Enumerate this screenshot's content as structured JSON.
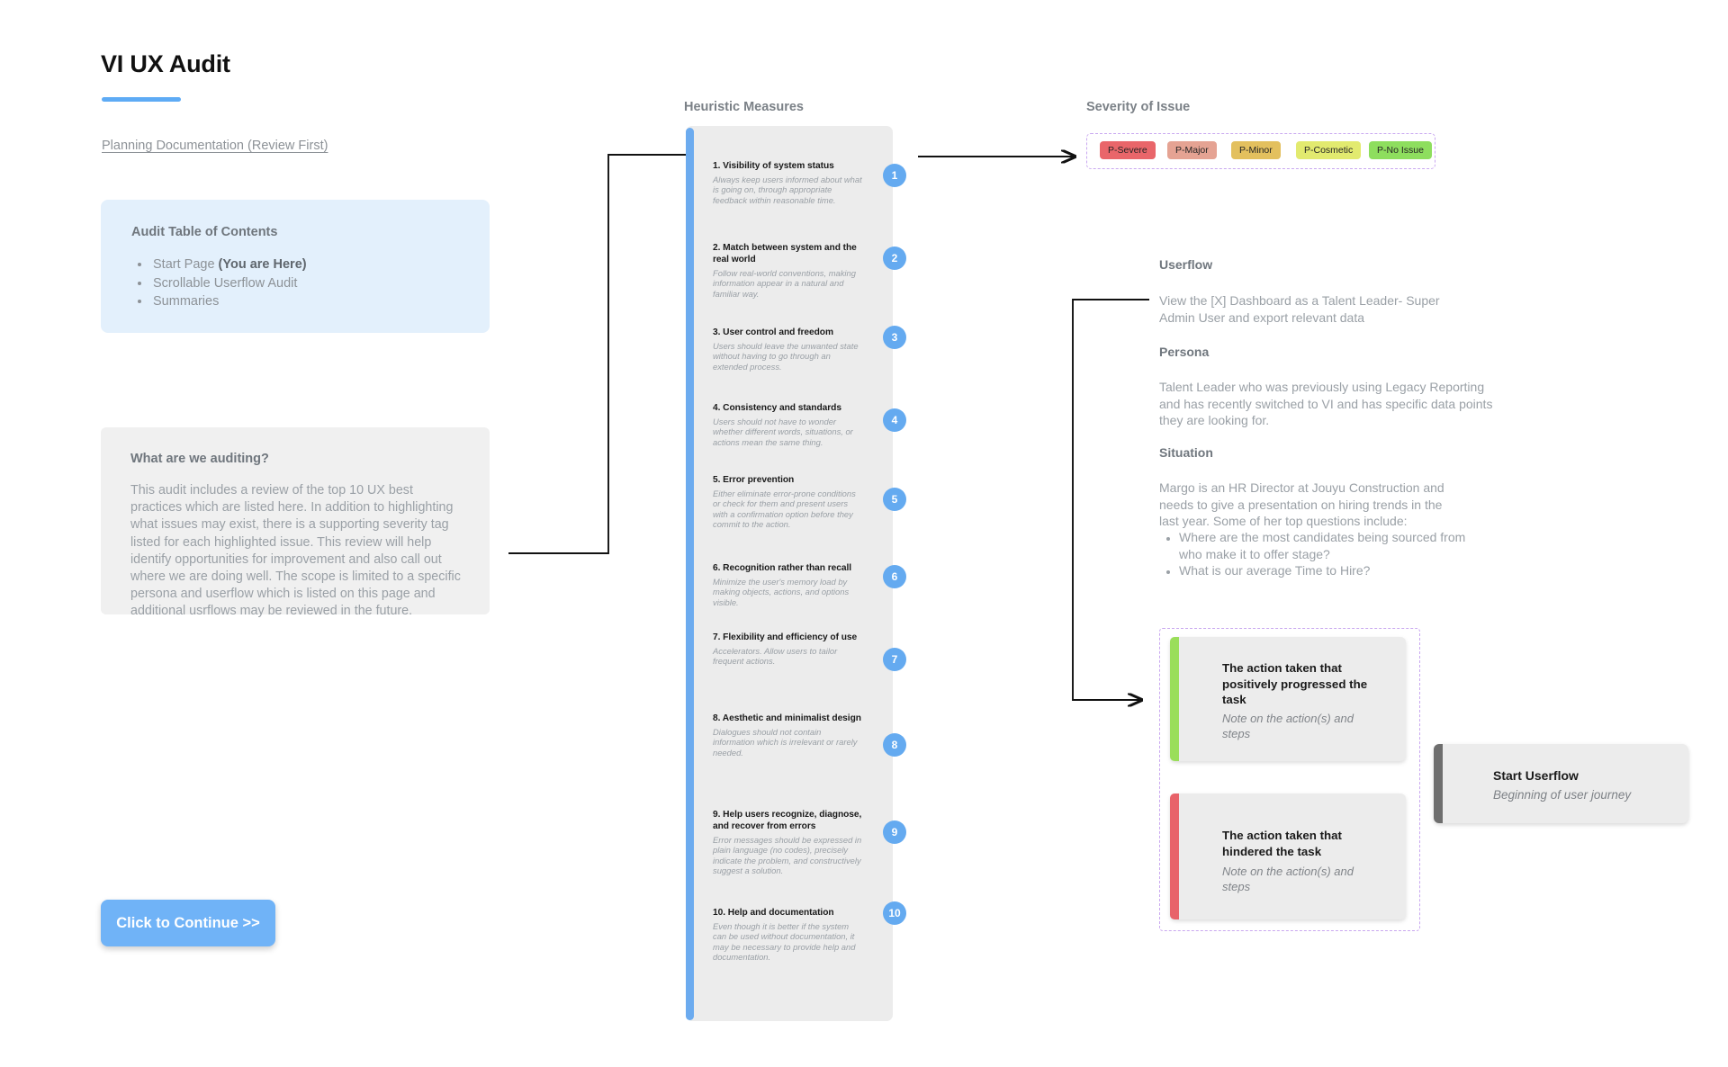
{
  "page": {
    "title": "VI UX Audit",
    "planning_link": "Planning Documentation (Review First)",
    "accent_color": "#5eabf5"
  },
  "toc": {
    "title": "Audit Table of Contents",
    "items": [
      {
        "text": "Start Page ",
        "bold": "(You are Here)"
      },
      {
        "text": "Scrollable Userflow Audit",
        "bold": ""
      },
      {
        "text": "Summaries",
        "bold": ""
      }
    ]
  },
  "audit": {
    "title": "What are we auditing?",
    "body": "This audit includes a review of the top 10 UX best practices which are listed here. In addition to highlighting what issues may exist, there is a supporting severity tag listed for each highlighted issue. This review will help identify opportunities for improvement and also call out where we are doing well. The scope is limited to a specific persona and userflow which is listed on this page and additional usrflows may be reviewed in the future."
  },
  "cta": {
    "label": "Click to Continue >>",
    "color": "#70b3f7"
  },
  "heuristics": {
    "heading": "Heuristic Measures",
    "accent_color": "#6cabef",
    "badge_color": "#64aaf0",
    "items": [
      {
        "number": "1",
        "title": "1. Visibility of system status",
        "desc": "Always keep users informed about what is going on, through appropriate feedback within reasonable time."
      },
      {
        "number": "2",
        "title": "2. Match between system and the real world",
        "desc": "Follow real-world conventions, making information appear in a natural and familiar way."
      },
      {
        "number": "3",
        "title": "3. User control and freedom",
        "desc": "Users should leave the unwanted state without having to go through an extended process."
      },
      {
        "number": "4",
        "title": "4. Consistency and standards",
        "desc": "Users should not have to wonder whether different words, situations, or actions mean the same thing."
      },
      {
        "number": "5",
        "title": "5. Error prevention",
        "desc": "Either eliminate error-prone conditions or check for them and present users with a confirmation option before they commit to the action."
      },
      {
        "number": "6",
        "title": "6. Recognition rather than recall",
        "desc": "Minimize the user's memory load by making objects, actions, and options visible."
      },
      {
        "number": "7",
        "title": "7. Flexibility and efficiency of use",
        "desc": "Accelerators. Allow users to tailor frequent actions."
      },
      {
        "number": "8",
        "title": "8. Aesthetic and minimalist design",
        "desc": "Dialogues should not contain information which is irrelevant or rarely needed."
      },
      {
        "number": "9",
        "title": "9. Help users recognize, diagnose, and recover from errors",
        "desc": "Error messages should be expressed in plain language (no codes), precisely indicate the problem, and constructively suggest a solution."
      },
      {
        "number": "10",
        "title": "10. Help and documentation",
        "desc": "Even though it is better if the system can be used without documentation, it may be necessary to provide help and documentation."
      }
    ]
  },
  "severity": {
    "heading": "Severity of Issue",
    "border_color": "#c9a8f0",
    "tags": [
      {
        "label": "P-Severe",
        "color": "#e9666a"
      },
      {
        "label": "P-Major",
        "color": "#e5a393"
      },
      {
        "label": "P-Minor",
        "color": "#e3c05e"
      },
      {
        "label": "P-Cosmetic",
        "color": "#e2ea6f"
      },
      {
        "label": "P-No Issue",
        "color": "#8ede5e"
      }
    ]
  },
  "userflow": {
    "heading": "Userflow",
    "body": "View the [X] Dashboard as a Talent Leader- Super Admin User and export relevant data",
    "persona_heading": "Persona",
    "persona_body": "Talent Leader who was previously using Legacy Reporting and has recently switched to VI and has specific data points they are looking for.",
    "situation_heading": "Situation",
    "situation_body": "Margo is an HR Director at Jouyu Construction and needs to give a presentation on hiring trends in the last year. Some of her top questions include:",
    "situation_questions": [
      "Where are the most candidates being sourced from who make it to offer stage?",
      "What is our average Time to Hire?"
    ]
  },
  "action_cards": [
    {
      "title": "The action taken that positively progressed the task",
      "note": "Note on the action(s) and steps",
      "accent": "#9ade5a"
    },
    {
      "title": "The action taken that hindered the task",
      "note": "Note on the action(s) and steps",
      "accent": "#e8636a"
    }
  ],
  "start_card": {
    "title": "Start Userflow",
    "subtitle": "Beginning of user journey",
    "accent": "#6e6e6e"
  }
}
